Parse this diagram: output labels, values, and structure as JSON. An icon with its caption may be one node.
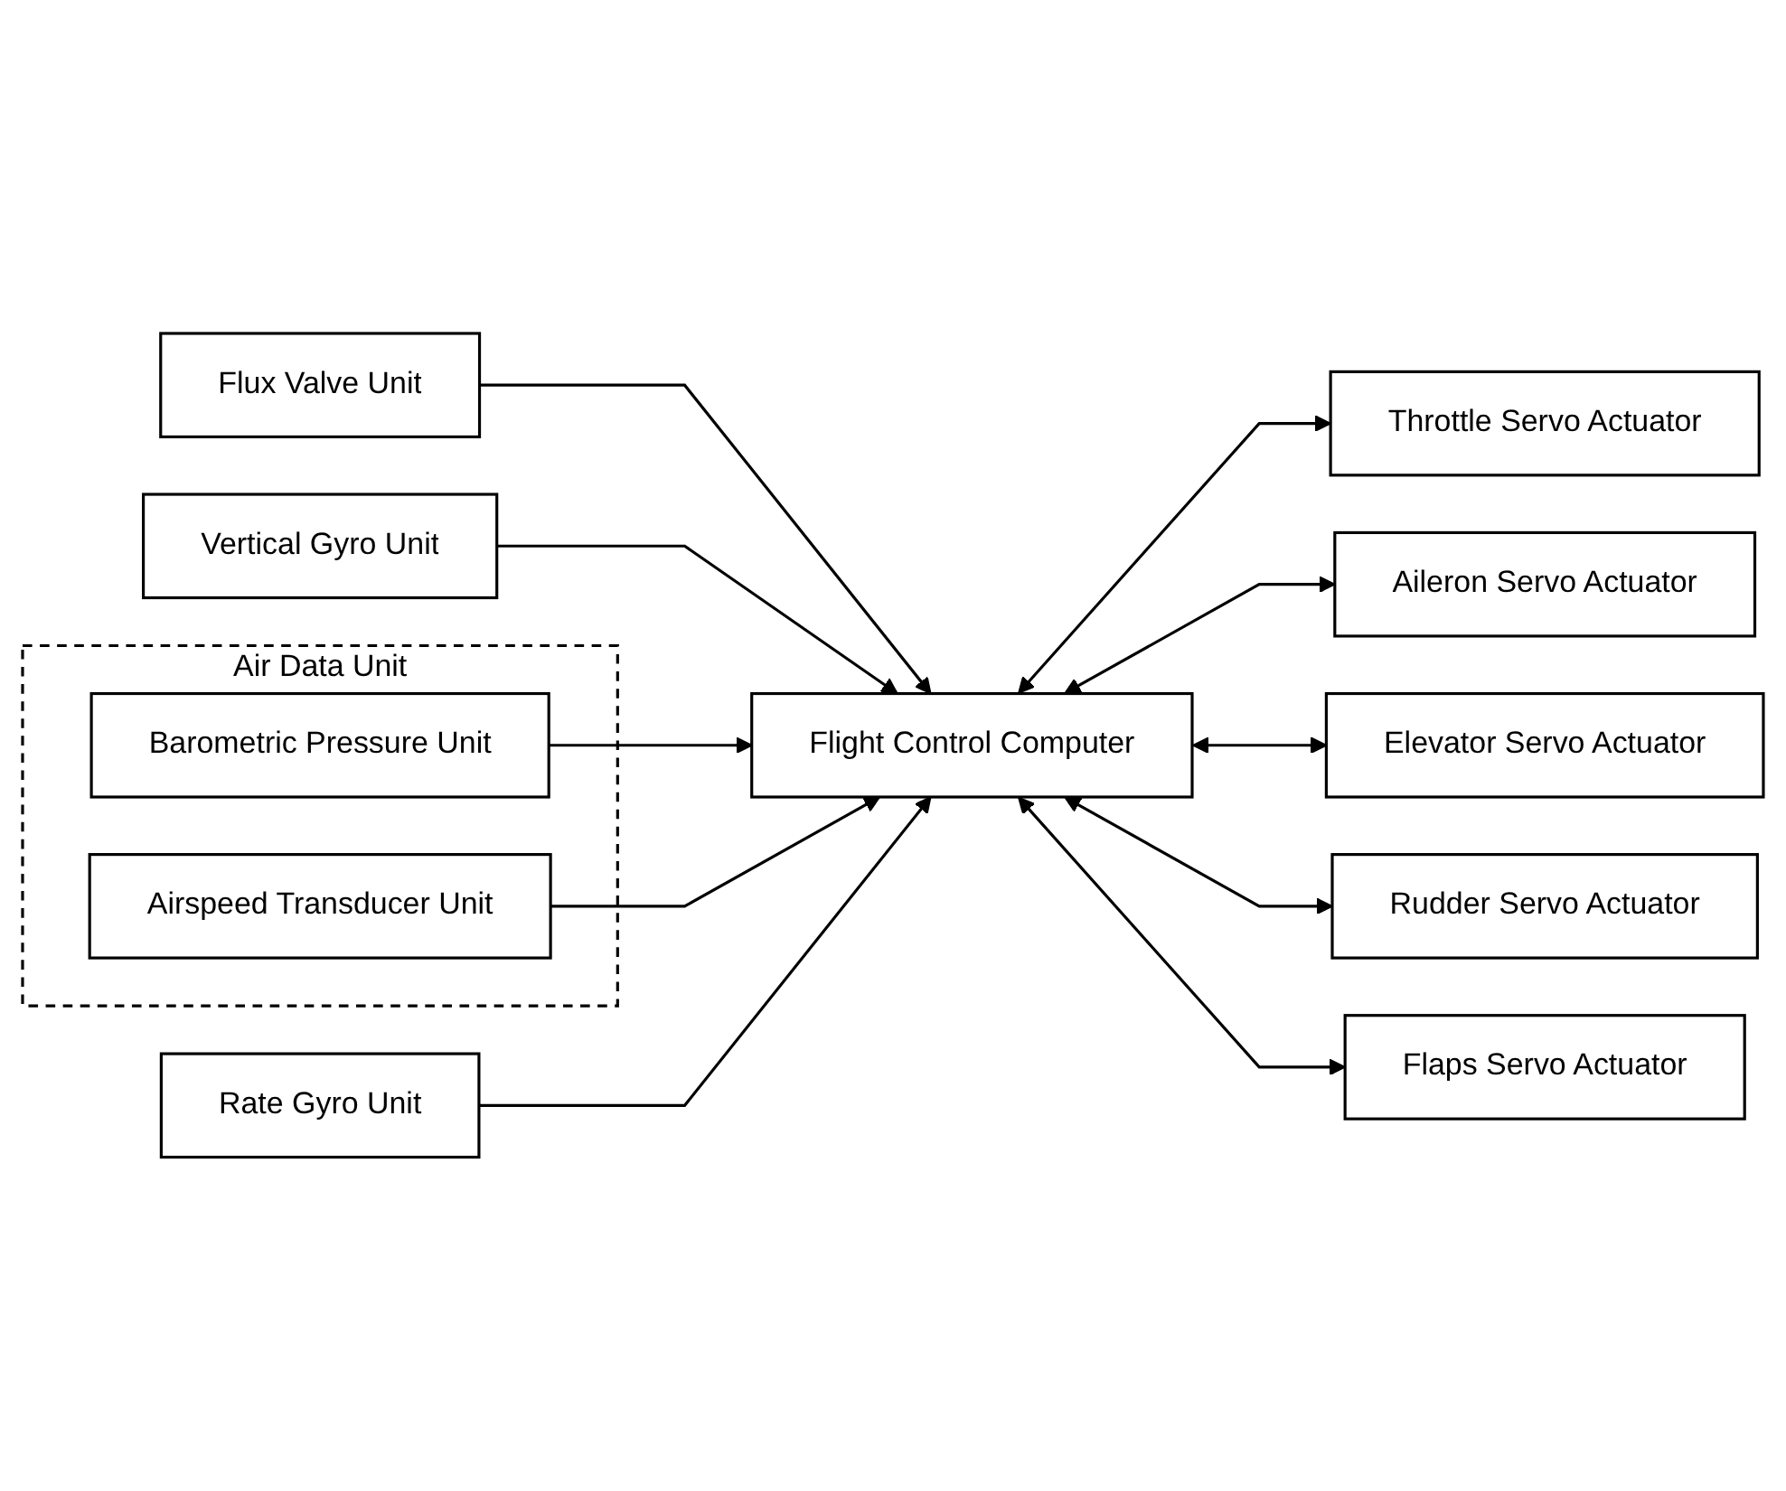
{
  "diagram": {
    "nodes": [
      {
        "text": [
          "Flux Valve Unit"
        ]
      },
      {
        "text": [
          "Vertical Gyro Unit"
        ]
      },
      {
        "text": [
          "Air Data Unit"
        ]
      },
      {
        "text": [
          "Barometric Pressure Unit"
        ],
        "in": 2
      },
      {
        "text": [
          "Airspeed Transducer Unit"
        ],
        "in": 2
      },
      {
        "text": [
          "Rate Gyro Unit"
        ]
      },
      {
        "text": [
          "Flight Control Computer"
        ]
      },
      {
        "text": [
          "Throttle Servo Actuator"
        ]
      },
      {
        "text": [
          "Aileron Servo Actuator"
        ]
      },
      {
        "text": [
          "Elevator Servo Actuator"
        ]
      },
      {
        "text": [
          "Rudder Servo Actuator"
        ]
      },
      {
        "text": [
          "Flaps Servo Actuator"
        ]
      }
    ],
    "edges": [
      {
        "from": 0,
        "to": 6,
        "arrow": "to"
      },
      {
        "from": 1,
        "to": 6,
        "arrow": "to"
      },
      {
        "from": 3,
        "to": 6,
        "arrow": "to"
      },
      {
        "from": 4,
        "to": 6,
        "arrow": "to"
      },
      {
        "from": 5,
        "to": 6,
        "arrow": "to"
      },
      {
        "from": 6,
        "to": 7,
        "arrow": "both"
      },
      {
        "from": 6,
        "to": 8,
        "arrow": "both"
      },
      {
        "from": 6,
        "to": 9,
        "arrow": "both"
      },
      {
        "from": 6,
        "to": 10,
        "arrow": "both"
      },
      {
        "from": 6,
        "to": 11,
        "arrow": "both"
      }
    ]
  }
}
